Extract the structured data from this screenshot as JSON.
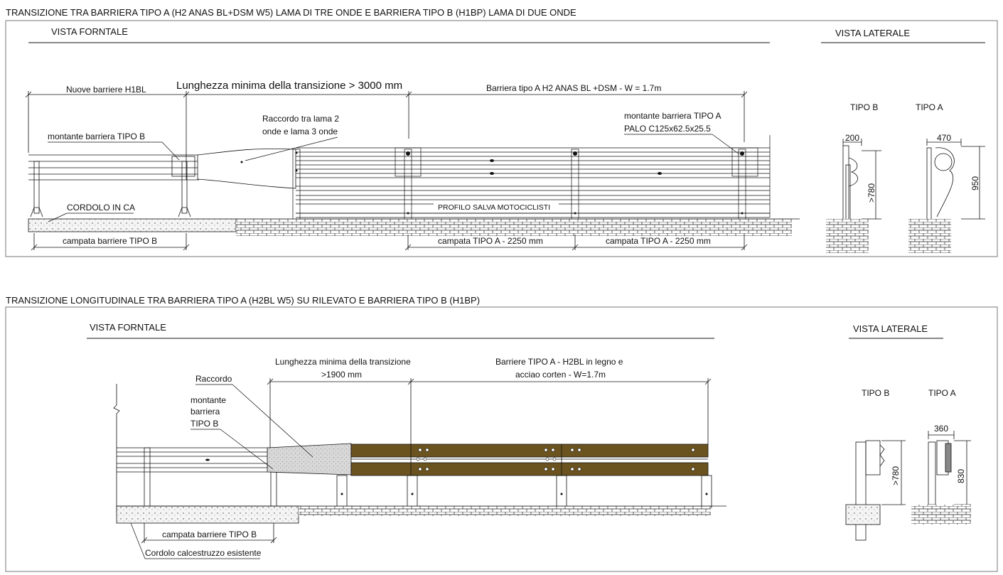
{
  "section1": {
    "title": "TRANSIZIONE TRA BARRIERA TIPO A (H2 ANAS BL+DSM W5) LAMA DI TRE ONDE E BARRIERA TIPO B (H1BP) LAMA DI DUE ONDE",
    "front_view_label": "VISTA FORNTALE",
    "side_view_label": "VISTA LATERALE",
    "dim_new_barrier": "Nuove barriere H1BL",
    "dim_min_length": "Lunghezza minima della transizione  > 3000 mm",
    "dim_type_a": "Barriera tipo A H2 ANAS BL +DSM - W = 1.7m",
    "label_connection_1": "Raccordo tra lama 2",
    "label_connection_2": "onde e lama 3 onde",
    "label_post_b": "montante barriera TIPO B",
    "label_post_a_1": "montante barriera TIPO A",
    "label_post_a_2": "PALO C125x62.5x25.5",
    "label_curb": "CORDOLO IN CA",
    "label_moto_profile": "PROFILO SALVA MOTOCICLISTI",
    "dim_span_b": "campata barriere TIPO B",
    "dim_span_a1": "campata TIPO A - 2250 mm",
    "dim_span_a2": "campata TIPO A - 2250 mm",
    "side_tipo_b": "TIPO B",
    "side_tipo_a": "TIPO A",
    "side_dim_200": "200",
    "side_dim_470": "470",
    "side_dim_780": ">780",
    "side_dim_950": "950"
  },
  "section2": {
    "title": "TRANSIZIONE LONGITUDINALE TRA BARRIERA TIPO A (H2BL W5) SU RILEVATO E BARRIERA TIPO B (H1BP)",
    "front_view_label": "VISTA FORNTALE",
    "side_view_label": "VISTA LATERALE",
    "dim_min_length_1": "Lunghezza minima della transizione",
    "dim_min_length_2": ">1900 mm",
    "dim_type_a_1": "Barriere TIPO A - H2BL in legno e",
    "dim_type_a_2": "acciao corten - W=1.7m",
    "label_connection": "Raccordo",
    "label_post_1": "montante",
    "label_post_2": "barriera",
    "label_post_3": "TIPO B",
    "dim_span_b": "campata barriere TIPO B",
    "label_curb": "Cordolo calcestruzzo esistente",
    "side_tipo_b": "TIPO B",
    "side_tipo_a": "TIPO A",
    "side_dim_360": "360",
    "side_dim_780": ">780",
    "side_dim_830": "830"
  },
  "colors": {
    "line": "#111111",
    "wood": "#6b5320",
    "concrete": "#e8e8e8",
    "connection": "#cfcfcf"
  }
}
